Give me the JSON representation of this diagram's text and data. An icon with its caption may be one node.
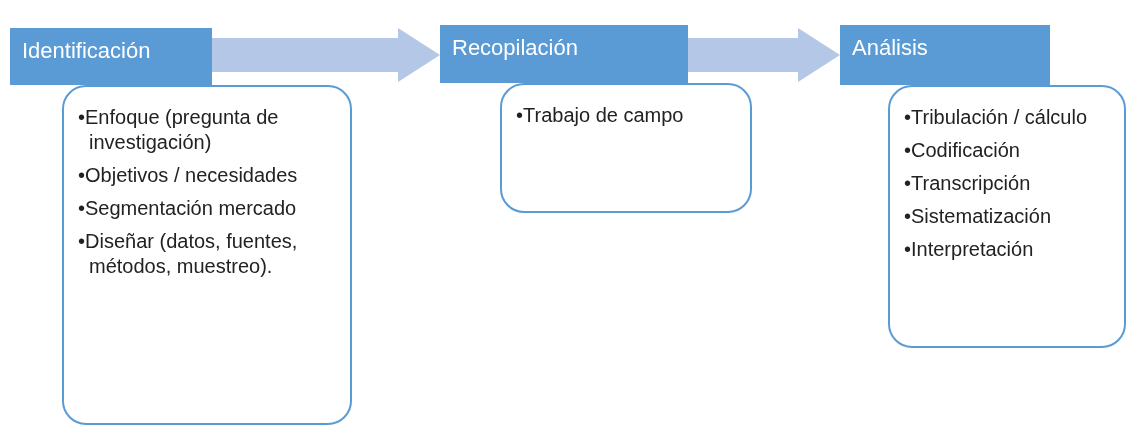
{
  "diagram": {
    "nodes": [
      {
        "text": [
          "Identificación"
        ]
      },
      {
        "text": [
          "•Enfoque (pregunta de investigación)",
          "•Objetivos / necesidades",
          "•Segmentación mercado",
          "•Diseñar (datos, fuentes, métodos, muestreo)."
        ]
      },
      {
        "text": [
          "Recopilación"
        ]
      },
      {
        "text": [
          "•Trabajo de campo"
        ]
      },
      {
        "text": [
          "Análisis"
        ]
      },
      {
        "text": [
          "•Tribulación / cálculo",
          "•Codificación",
          "•Transcripción",
          "•Sistematización",
          "•Interpretación"
        ]
      }
    ],
    "edges": [
      {
        "from": 0,
        "to": 2,
        "arrow": "to",
        "style": "thick"
      },
      {
        "from": 2,
        "to": 4,
        "arrow": "to",
        "style": "thick"
      }
    ]
  }
}
